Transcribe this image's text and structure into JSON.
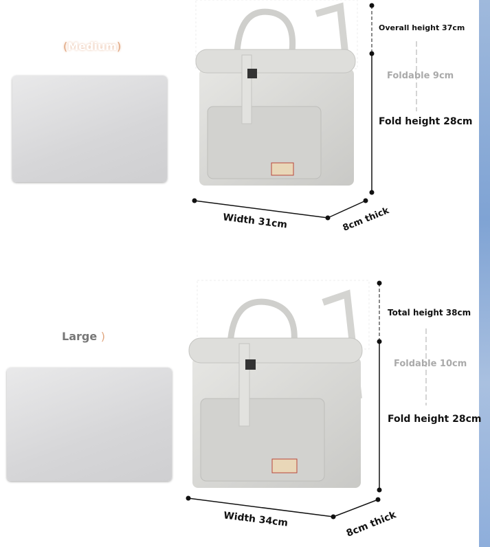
{
  "medium": {
    "size_label": "Medium",
    "overall_height": "Overall height 37cm",
    "foldable": "Foldable 9cm",
    "fold_height": "Fold height 28cm",
    "width": "Width 31cm",
    "thick": "8cm thick"
  },
  "large": {
    "size_label": "Large",
    "overall_height": "Total height 38cm",
    "foldable": "Foldable 10cm",
    "fold_height": "Fold height 28cm",
    "width": "Width 34cm",
    "thick": "8cm thick"
  },
  "colors": {
    "bag": "#d9d9d6",
    "accent": "#e0a57e",
    "strip": "#8eaedb"
  }
}
